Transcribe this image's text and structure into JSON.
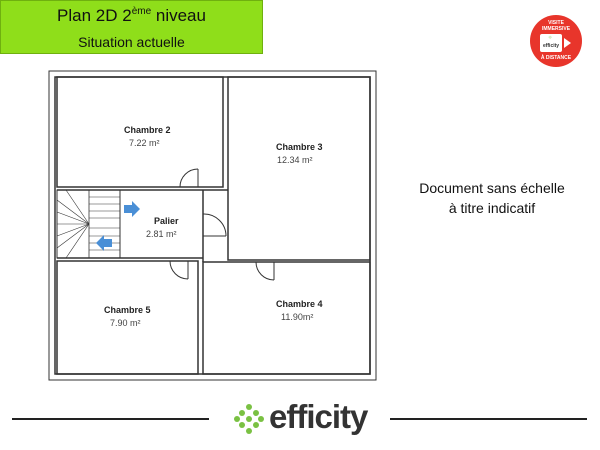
{
  "header": {
    "title_prefix": "Plan 2D 2",
    "title_sup": "ème",
    "title_suffix": " niveau",
    "subtitle": "Situation actuelle",
    "accent_color": "#8fde1a"
  },
  "badge": {
    "line1": "VISITE",
    "line2": "IMMERSIVE",
    "brand": "efficity",
    "bottom": "À DISTANCE",
    "color": "#e8352b"
  },
  "rooms": [
    {
      "name": "Chambre 2",
      "area": "7.22 m²"
    },
    {
      "name": "Chambre 3",
      "area": "12.34 m²"
    },
    {
      "name": "Palier",
      "area": "2.81 m²"
    },
    {
      "name": "Chambre 5",
      "area": "7.90 m²"
    },
    {
      "name": "Chambre 4",
      "area": "11.90m²"
    }
  ],
  "note": {
    "line1": "Document sans échelle",
    "line2": "à titre indicatif"
  },
  "footer": {
    "logo_text": "efficity",
    "logo_icon": "efficity-dots-icon",
    "dot_color": "#7ac143"
  }
}
